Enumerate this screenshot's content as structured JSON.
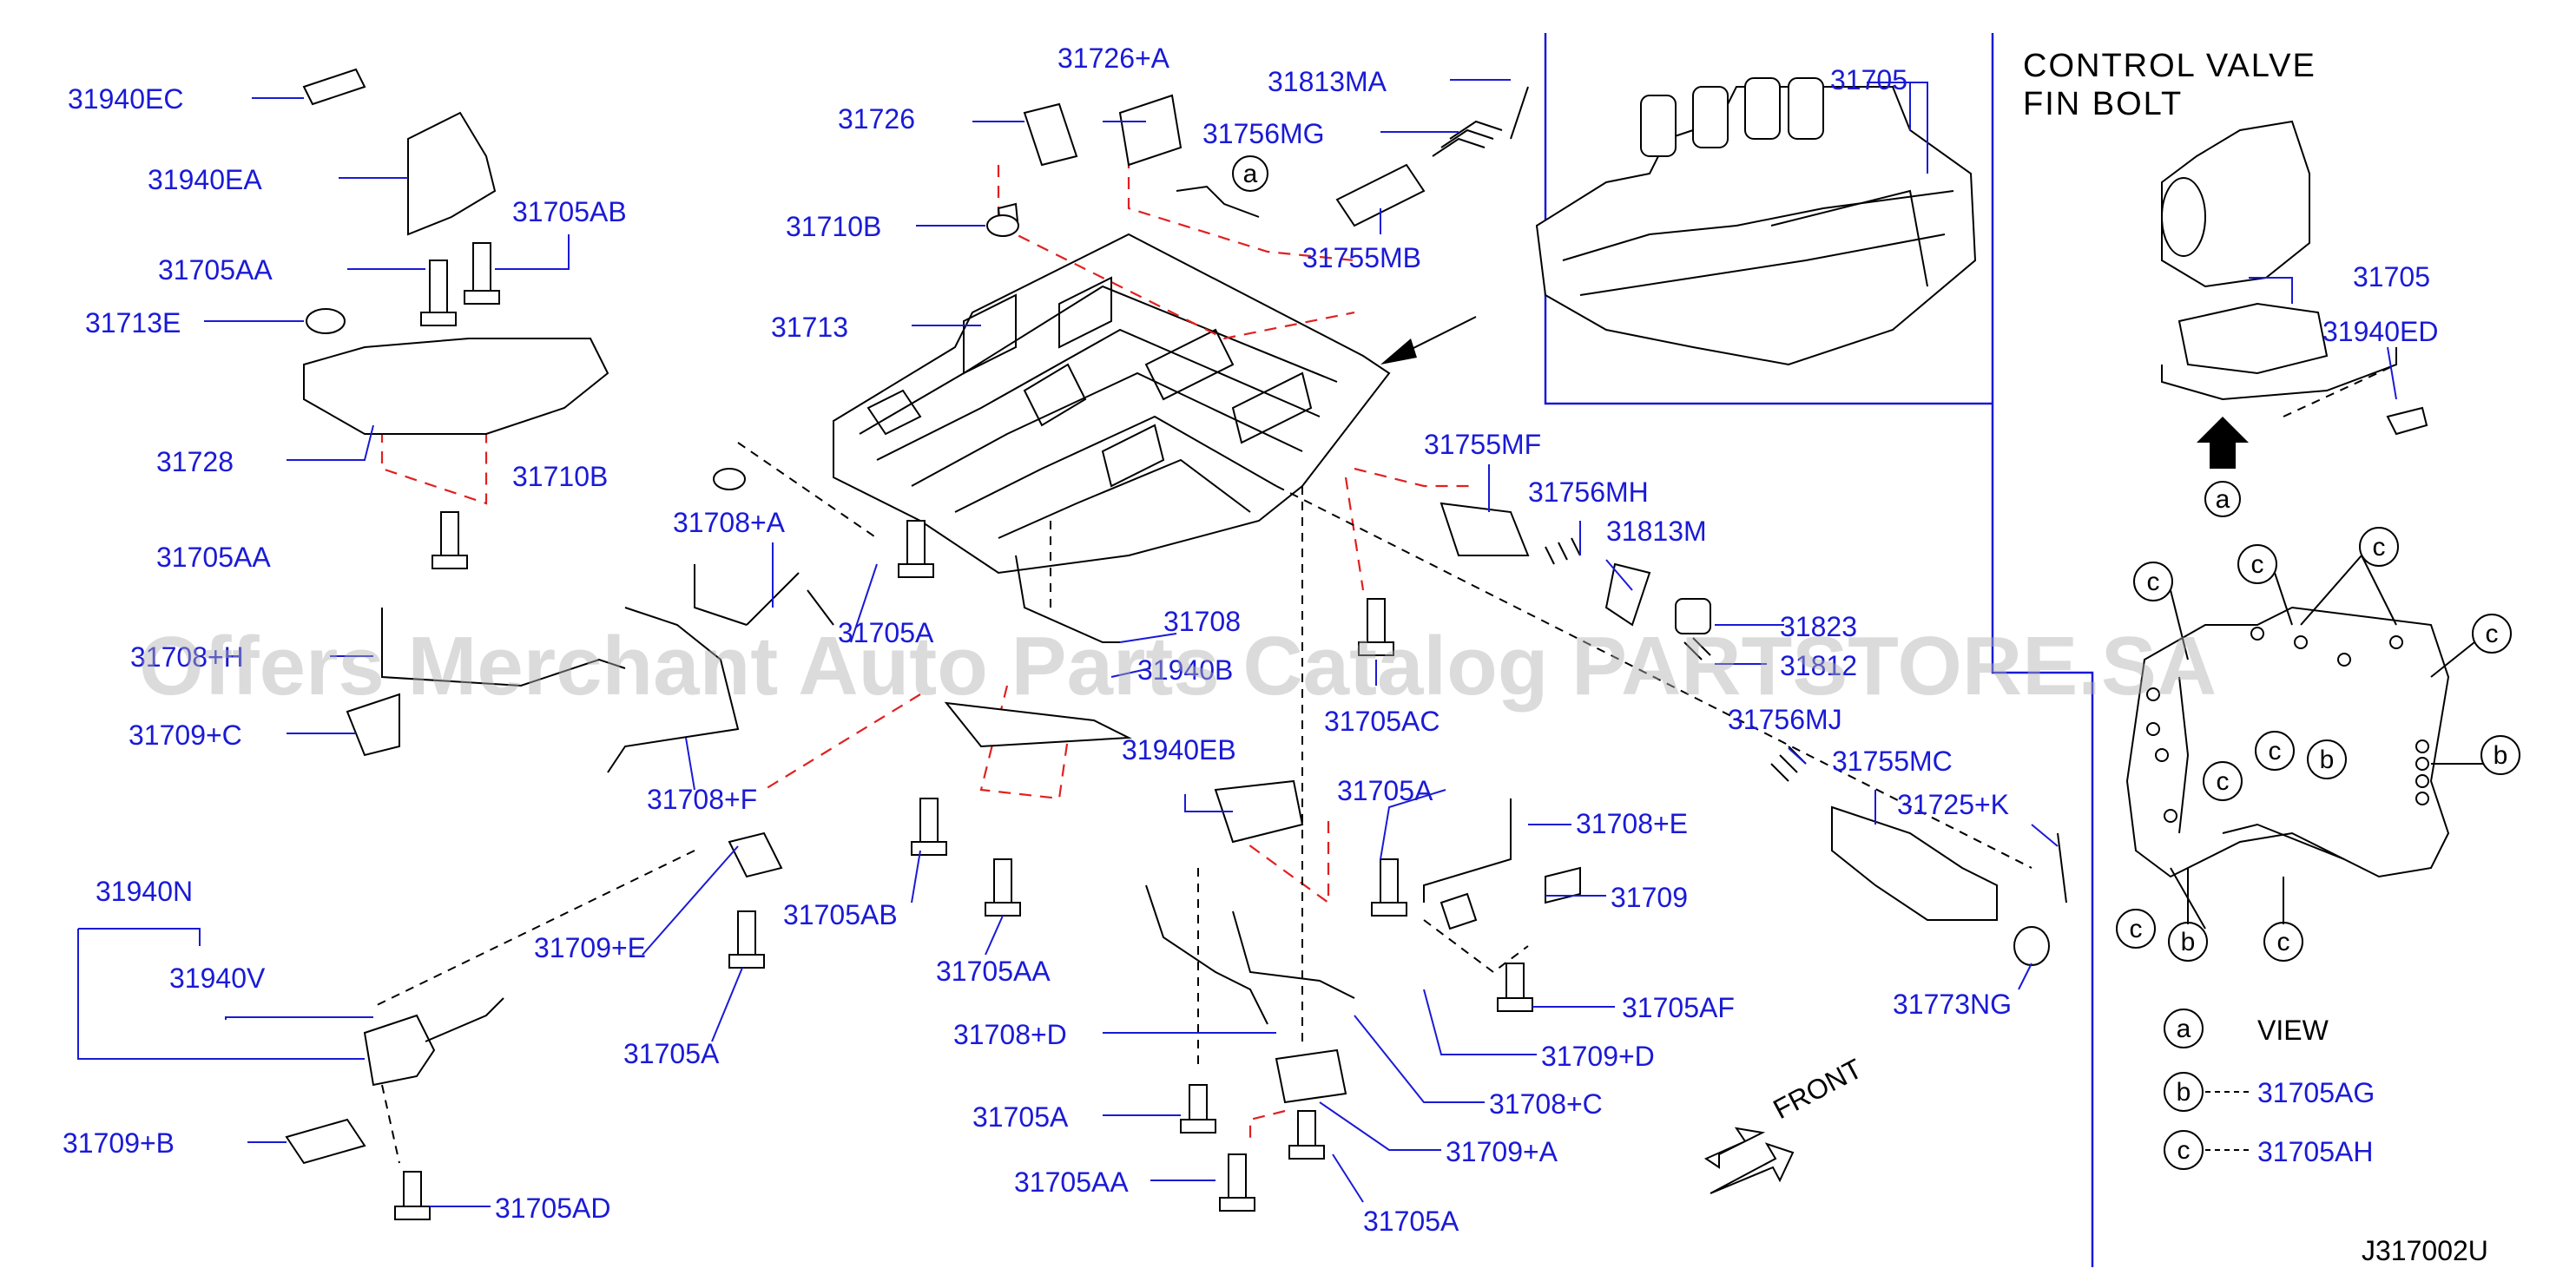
{
  "colors": {
    "label": "#1a1ad6",
    "line": "#000000",
    "phantom": "#e02020",
    "watermark": "#b0b0b0"
  },
  "watermark": "Offers Merchant Auto Parts Catalog PARTSTORE.SA",
  "inset": {
    "title_line1": "CONTROL  VALVE",
    "title_line2": "FIN  BOLT",
    "part_a": "31705",
    "part_b": "31940ED",
    "view_marker": "a"
  },
  "legend": {
    "a_symbol": "a",
    "a_text": "VIEW",
    "b_symbol": "b",
    "b_text": "31705AG",
    "c_symbol": "c",
    "c_text": "31705AH"
  },
  "view_letters": {
    "a": "a",
    "b": "b",
    "c": "c"
  },
  "direction": {
    "front": "FRONT"
  },
  "figure_id": "J317002U",
  "parts": {
    "p31940EC": "31940EC",
    "p31940EA": "31940EA",
    "p31705AB_1": "31705AB",
    "p31705AA_1": "31705AA",
    "p31713E": "31713E",
    "p31728": "31728",
    "p31710B_1": "31710B",
    "p31705AA_2": "31705AA",
    "p31726A": "31726+A",
    "p31726": "31726",
    "p31813MA": "31813MA",
    "p31756MG": "31756MG",
    "p31710B_2": "31710B",
    "p31755MB": "31755MB",
    "p31713": "31713",
    "p31705": "31705",
    "p31755MF": "31755MF",
    "p31756MH": "31756MH",
    "p31813M": "31813M",
    "p31823": "31823",
    "p31812": "31812",
    "p31756MJ": "31756MJ",
    "p31755MC": "31755MC",
    "p31725K": "31725+K",
    "p31773NG": "31773NG",
    "p31708A": "31708+A",
    "p31708H": "31708+H",
    "p31705A_1": "31705A",
    "p31708": "31708",
    "p31940B": "31940B",
    "p31709C": "31709+C",
    "p31708F": "31708+F",
    "p31705AC": "31705AC",
    "p31940EB": "31940EB",
    "p31705A_2": "31705A",
    "p31708E": "31708+E",
    "p31705AB_2": "31705AB",
    "p31709": "31709",
    "p31940N": "31940N",
    "p31940V": "31940V",
    "p31709E": "31709+E",
    "p31705AA_3": "31705AA",
    "p31705AF": "31705AF",
    "p31705A_3": "31705A",
    "p31708D": "31708+D",
    "p31709D": "31709+D",
    "p31708C": "31708+C",
    "p31709B": "31709+B",
    "p31705A_4": "31705A",
    "p31709A": "31709+A",
    "p31705AA_4": "31705AA",
    "p31705AD": "31705AD",
    "p31705A_5": "31705A"
  }
}
